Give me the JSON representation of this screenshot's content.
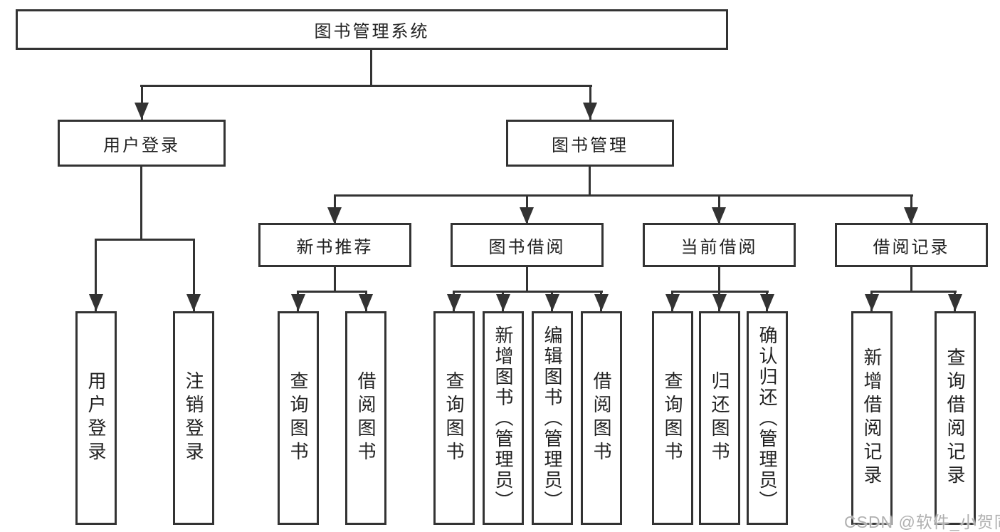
{
  "diagram": {
    "type": "hierarchy",
    "root": {
      "label": "图书管理系统"
    },
    "branches": [
      {
        "label": "用户登录",
        "children": [
          {
            "label": "用户登录"
          },
          {
            "label": "注销登录"
          }
        ]
      },
      {
        "label": "图书管理",
        "children": [
          {
            "label": "新书推荐",
            "children": [
              {
                "label": "查询图书"
              },
              {
                "label": "借阅图书"
              }
            ]
          },
          {
            "label": "图书借阅",
            "children": [
              {
                "label": "查询图书"
              },
              {
                "label": "新增图书（管理员）"
              },
              {
                "label": "编辑图书（管理员）"
              },
              {
                "label": "借阅图书"
              }
            ]
          },
          {
            "label": "当前借阅",
            "children": [
              {
                "label": "查询图书"
              },
              {
                "label": "归还图书"
              },
              {
                "label": "确认归还（管理员）"
              }
            ]
          },
          {
            "label": "借阅记录",
            "children": [
              {
                "label": "新增借阅记录"
              },
              {
                "label": "查询借阅记录"
              }
            ]
          }
        ]
      }
    ],
    "watermark": {
      "text": "CSDN @软件_小贺同学"
    }
  },
  "colors": {
    "line": "#333333",
    "text": "#222222",
    "background": "#ffffff",
    "watermark": "#b0b0b0"
  }
}
